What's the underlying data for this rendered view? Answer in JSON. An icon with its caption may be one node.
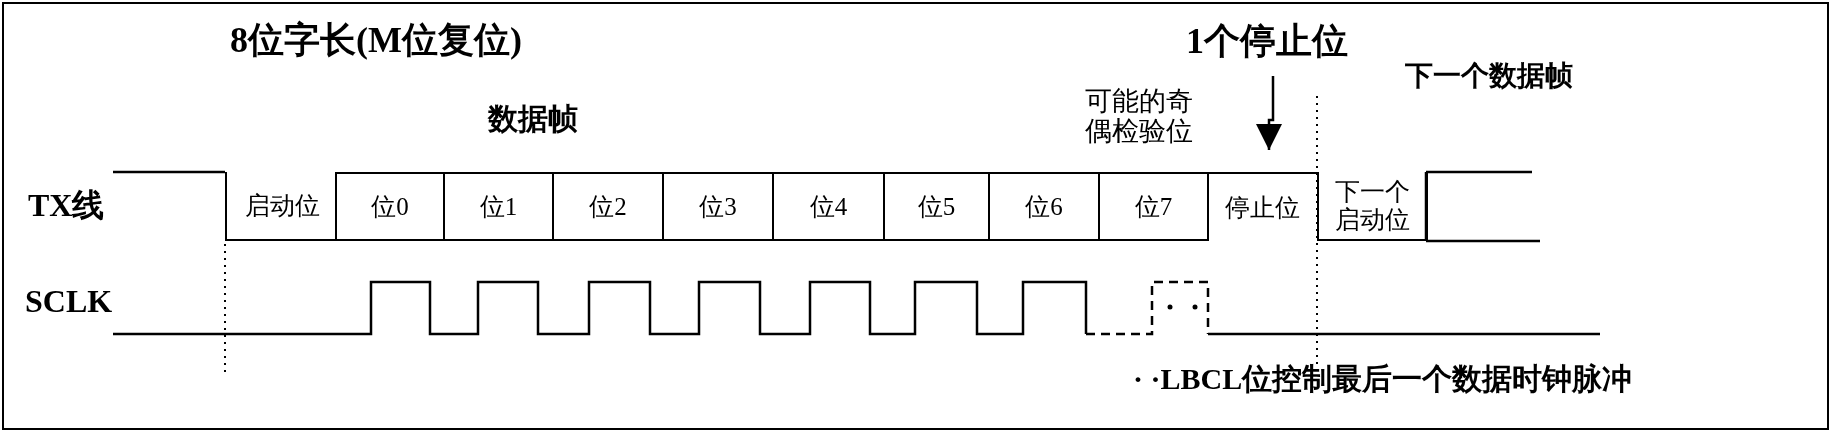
{
  "diagram": {
    "title": "8位字长(M位复位)",
    "nodes": [
      {
        "text": [
          "启动位"
        ]
      },
      {
        "text": [
          "位0"
        ]
      },
      {
        "text": [
          "位1"
        ]
      },
      {
        "text": [
          "位2"
        ]
      },
      {
        "text": [
          "位3"
        ]
      },
      {
        "text": [
          "位4"
        ]
      },
      {
        "text": [
          "位5"
        ]
      },
      {
        "text": [
          "位6"
        ]
      },
      {
        "text": [
          "位7"
        ]
      },
      {
        "text": [
          "停止位"
        ]
      },
      {
        "text": [
          "下一个启动位"
        ]
      },
      {
        "text": [
          "1个停止位"
        ]
      }
    ],
    "edges": [
      {
        "from": 11,
        "to": 9,
        "arrow": "to"
      }
    ],
    "labels": [
      "数据帧",
      "可能的奇偶检验位",
      "下一个数据帧",
      "TX线",
      "SCLK",
      "· ·LBCL位控制最后一个数据时钟脉冲"
    ]
  }
}
